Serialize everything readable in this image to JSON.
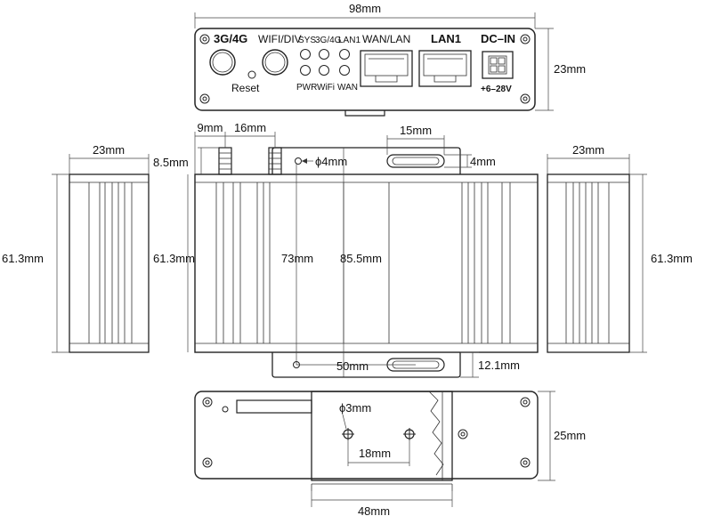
{
  "diagram": {
    "front_panel": {
      "labels": {
        "port_3g4g": "3G/4G",
        "wifi_div": "WIFI/DIV",
        "reset": "Reset",
        "sys": "SYS",
        "led_3g4g": "3G/4G",
        "lan1_led": "LAN1",
        "pwr": "PWR",
        "wifi": "WiFi",
        "wan": "WAN",
        "wan_lan": "WAN/LAN",
        "lan1": "LAN1",
        "dc_in": "DC–IN",
        "voltage": "+6–28V"
      },
      "width_dim": "98mm",
      "height_dim": "23mm"
    },
    "side_left": {
      "width_dim": "23mm",
      "height_dim": "61.3mm"
    },
    "side_right": {
      "width_dim": "23mm",
      "height_dim": "61.3mm"
    },
    "main_view": {
      "antenna_spacing": "9mm",
      "antenna_offset": "16mm",
      "antenna_height": "8.5mm",
      "slot_length": "15mm",
      "slot_width": "4mm",
      "hole_diameter": "ϕ4mm",
      "body_height": "61.3mm",
      "bracket_height": "73mm",
      "overall_height": "85.5mm",
      "bottom_slot_length": "50mm",
      "bottom_flange": "12.1mm"
    },
    "bottom_view": {
      "hole_diameter": "ϕ3mm",
      "hole_spacing": "18mm",
      "bracket_width": "48mm",
      "depth_dim": "25mm"
    }
  }
}
